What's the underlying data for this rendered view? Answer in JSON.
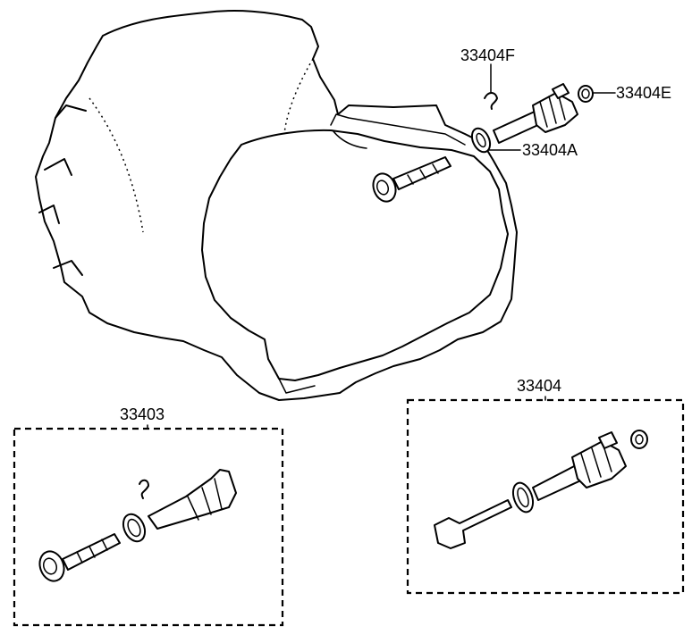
{
  "labels": {
    "housing_part": "33404F",
    "cap": "33404E",
    "retainer": "33404A",
    "driven_gear_kit": "33403",
    "speedometer_sleeve_kit": "33404"
  }
}
